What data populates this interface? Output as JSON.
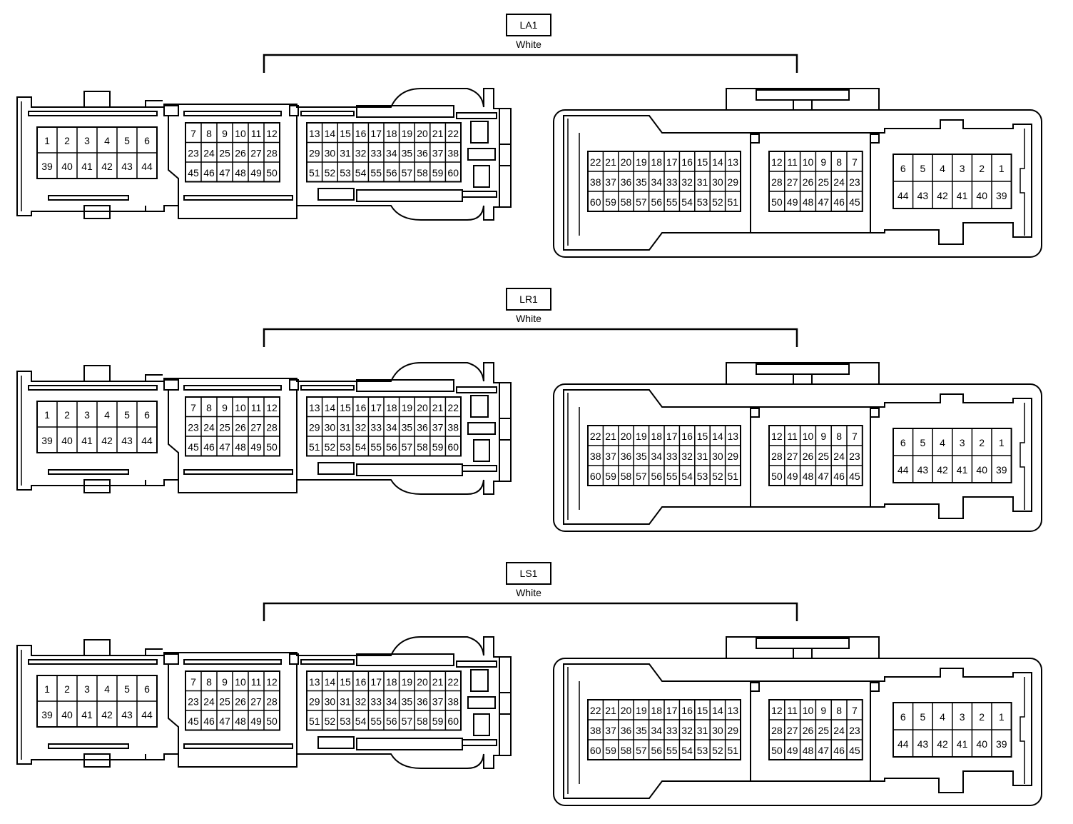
{
  "connectors": [
    {
      "code": "LA1",
      "color": "White",
      "left_view": {
        "block_a": [
          [
            "1",
            "2",
            "3",
            "4",
            "5",
            "6"
          ],
          [
            "39",
            "40",
            "41",
            "42",
            "43",
            "44"
          ]
        ],
        "block_b": [
          [
            "7",
            "8",
            "9",
            "10",
            "11",
            "12"
          ],
          [
            "23",
            "24",
            "25",
            "26",
            "27",
            "28"
          ],
          [
            "45",
            "46",
            "47",
            "48",
            "49",
            "50"
          ]
        ],
        "block_c": [
          [
            "13",
            "14",
            "15",
            "16",
            "17",
            "18",
            "19",
            "20",
            "21",
            "22"
          ],
          [
            "29",
            "30",
            "31",
            "32",
            "33",
            "34",
            "35",
            "36",
            "37",
            "38"
          ],
          [
            "51",
            "52",
            "53",
            "54",
            "55",
            "56",
            "57",
            "58",
            "59",
            "60"
          ]
        ]
      },
      "right_view": {
        "block_c": [
          [
            "22",
            "21",
            "20",
            "19",
            "18",
            "17",
            "16",
            "15",
            "14",
            "13"
          ],
          [
            "38",
            "37",
            "36",
            "35",
            "34",
            "33",
            "32",
            "31",
            "30",
            "29"
          ],
          [
            "60",
            "59",
            "58",
            "57",
            "56",
            "55",
            "54",
            "53",
            "52",
            "51"
          ]
        ],
        "block_b": [
          [
            "12",
            "11",
            "10",
            "9",
            "8",
            "7"
          ],
          [
            "28",
            "27",
            "26",
            "25",
            "24",
            "23"
          ],
          [
            "50",
            "49",
            "48",
            "47",
            "46",
            "45"
          ]
        ],
        "block_a": [
          [
            "6",
            "5",
            "4",
            "3",
            "2",
            "1"
          ],
          [
            "44",
            "43",
            "42",
            "41",
            "40",
            "39"
          ]
        ]
      }
    },
    {
      "code": "LR1",
      "color": "White",
      "left_view": {
        "block_a": [
          [
            "1",
            "2",
            "3",
            "4",
            "5",
            "6"
          ],
          [
            "39",
            "40",
            "41",
            "42",
            "43",
            "44"
          ]
        ],
        "block_b": [
          [
            "7",
            "8",
            "9",
            "10",
            "11",
            "12"
          ],
          [
            "23",
            "24",
            "25",
            "26",
            "27",
            "28"
          ],
          [
            "45",
            "46",
            "47",
            "48",
            "49",
            "50"
          ]
        ],
        "block_c": [
          [
            "13",
            "14",
            "15",
            "16",
            "17",
            "18",
            "19",
            "20",
            "21",
            "22"
          ],
          [
            "29",
            "30",
            "31",
            "32",
            "33",
            "34",
            "35",
            "36",
            "37",
            "38"
          ],
          [
            "51",
            "52",
            "53",
            "54",
            "55",
            "56",
            "57",
            "58",
            "59",
            "60"
          ]
        ]
      },
      "right_view": {
        "block_c": [
          [
            "22",
            "21",
            "20",
            "19",
            "18",
            "17",
            "16",
            "15",
            "14",
            "13"
          ],
          [
            "38",
            "37",
            "36",
            "35",
            "34",
            "33",
            "32",
            "31",
            "30",
            "29"
          ],
          [
            "60",
            "59",
            "58",
            "57",
            "56",
            "55",
            "54",
            "53",
            "52",
            "51"
          ]
        ],
        "block_b": [
          [
            "12",
            "11",
            "10",
            "9",
            "8",
            "7"
          ],
          [
            "28",
            "27",
            "26",
            "25",
            "24",
            "23"
          ],
          [
            "50",
            "49",
            "48",
            "47",
            "46",
            "45"
          ]
        ],
        "block_a": [
          [
            "6",
            "5",
            "4",
            "3",
            "2",
            "1"
          ],
          [
            "44",
            "43",
            "42",
            "41",
            "40",
            "39"
          ]
        ]
      }
    },
    {
      "code": "LS1",
      "color": "White",
      "left_view": {
        "block_a": [
          [
            "1",
            "2",
            "3",
            "4",
            "5",
            "6"
          ],
          [
            "39",
            "40",
            "41",
            "42",
            "43",
            "44"
          ]
        ],
        "block_b": [
          [
            "7",
            "8",
            "9",
            "10",
            "11",
            "12"
          ],
          [
            "23",
            "24",
            "25",
            "26",
            "27",
            "28"
          ],
          [
            "45",
            "46",
            "47",
            "48",
            "49",
            "50"
          ]
        ],
        "block_c": [
          [
            "13",
            "14",
            "15",
            "16",
            "17",
            "18",
            "19",
            "20",
            "21",
            "22"
          ],
          [
            "29",
            "30",
            "31",
            "32",
            "33",
            "34",
            "35",
            "36",
            "37",
            "38"
          ],
          [
            "51",
            "52",
            "53",
            "54",
            "55",
            "56",
            "57",
            "58",
            "59",
            "60"
          ]
        ]
      },
      "right_view": {
        "block_c": [
          [
            "22",
            "21",
            "20",
            "19",
            "18",
            "17",
            "16",
            "15",
            "14",
            "13"
          ],
          [
            "38",
            "37",
            "36",
            "35",
            "34",
            "33",
            "32",
            "31",
            "30",
            "29"
          ],
          [
            "60",
            "59",
            "58",
            "57",
            "56",
            "55",
            "54",
            "53",
            "52",
            "51"
          ]
        ],
        "block_b": [
          [
            "12",
            "11",
            "10",
            "9",
            "8",
            "7"
          ],
          [
            "28",
            "27",
            "26",
            "25",
            "24",
            "23"
          ],
          [
            "50",
            "49",
            "48",
            "47",
            "46",
            "45"
          ]
        ],
        "block_a": [
          [
            "6",
            "5",
            "4",
            "3",
            "2",
            "1"
          ],
          [
            "44",
            "43",
            "42",
            "41",
            "40",
            "39"
          ]
        ]
      }
    }
  ]
}
